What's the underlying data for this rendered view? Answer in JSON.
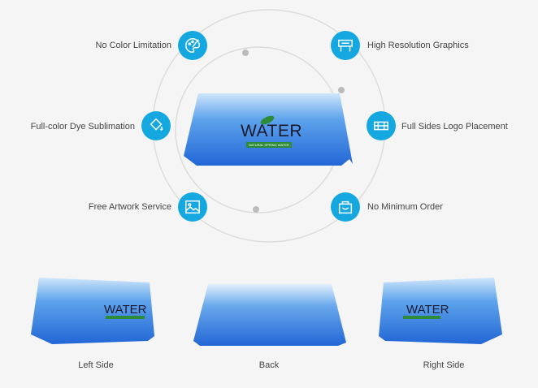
{
  "features": {
    "left": [
      "No Color Limitation",
      "Full-color Dye Sublimation",
      "Free Artwork Service"
    ],
    "right": [
      "High Resolution Graphics",
      "Full Sides Logo Placement",
      "No Minimum Order"
    ]
  },
  "logo": {
    "brand": "WATER",
    "tagline": "NATURAL SPRING WATER"
  },
  "views": [
    "Left Side",
    "Back",
    "Right Side"
  ],
  "colors": {
    "accent": "#15a8e0",
    "cloth": "#2f7fe0",
    "logo_green": "#2e8b3a"
  }
}
